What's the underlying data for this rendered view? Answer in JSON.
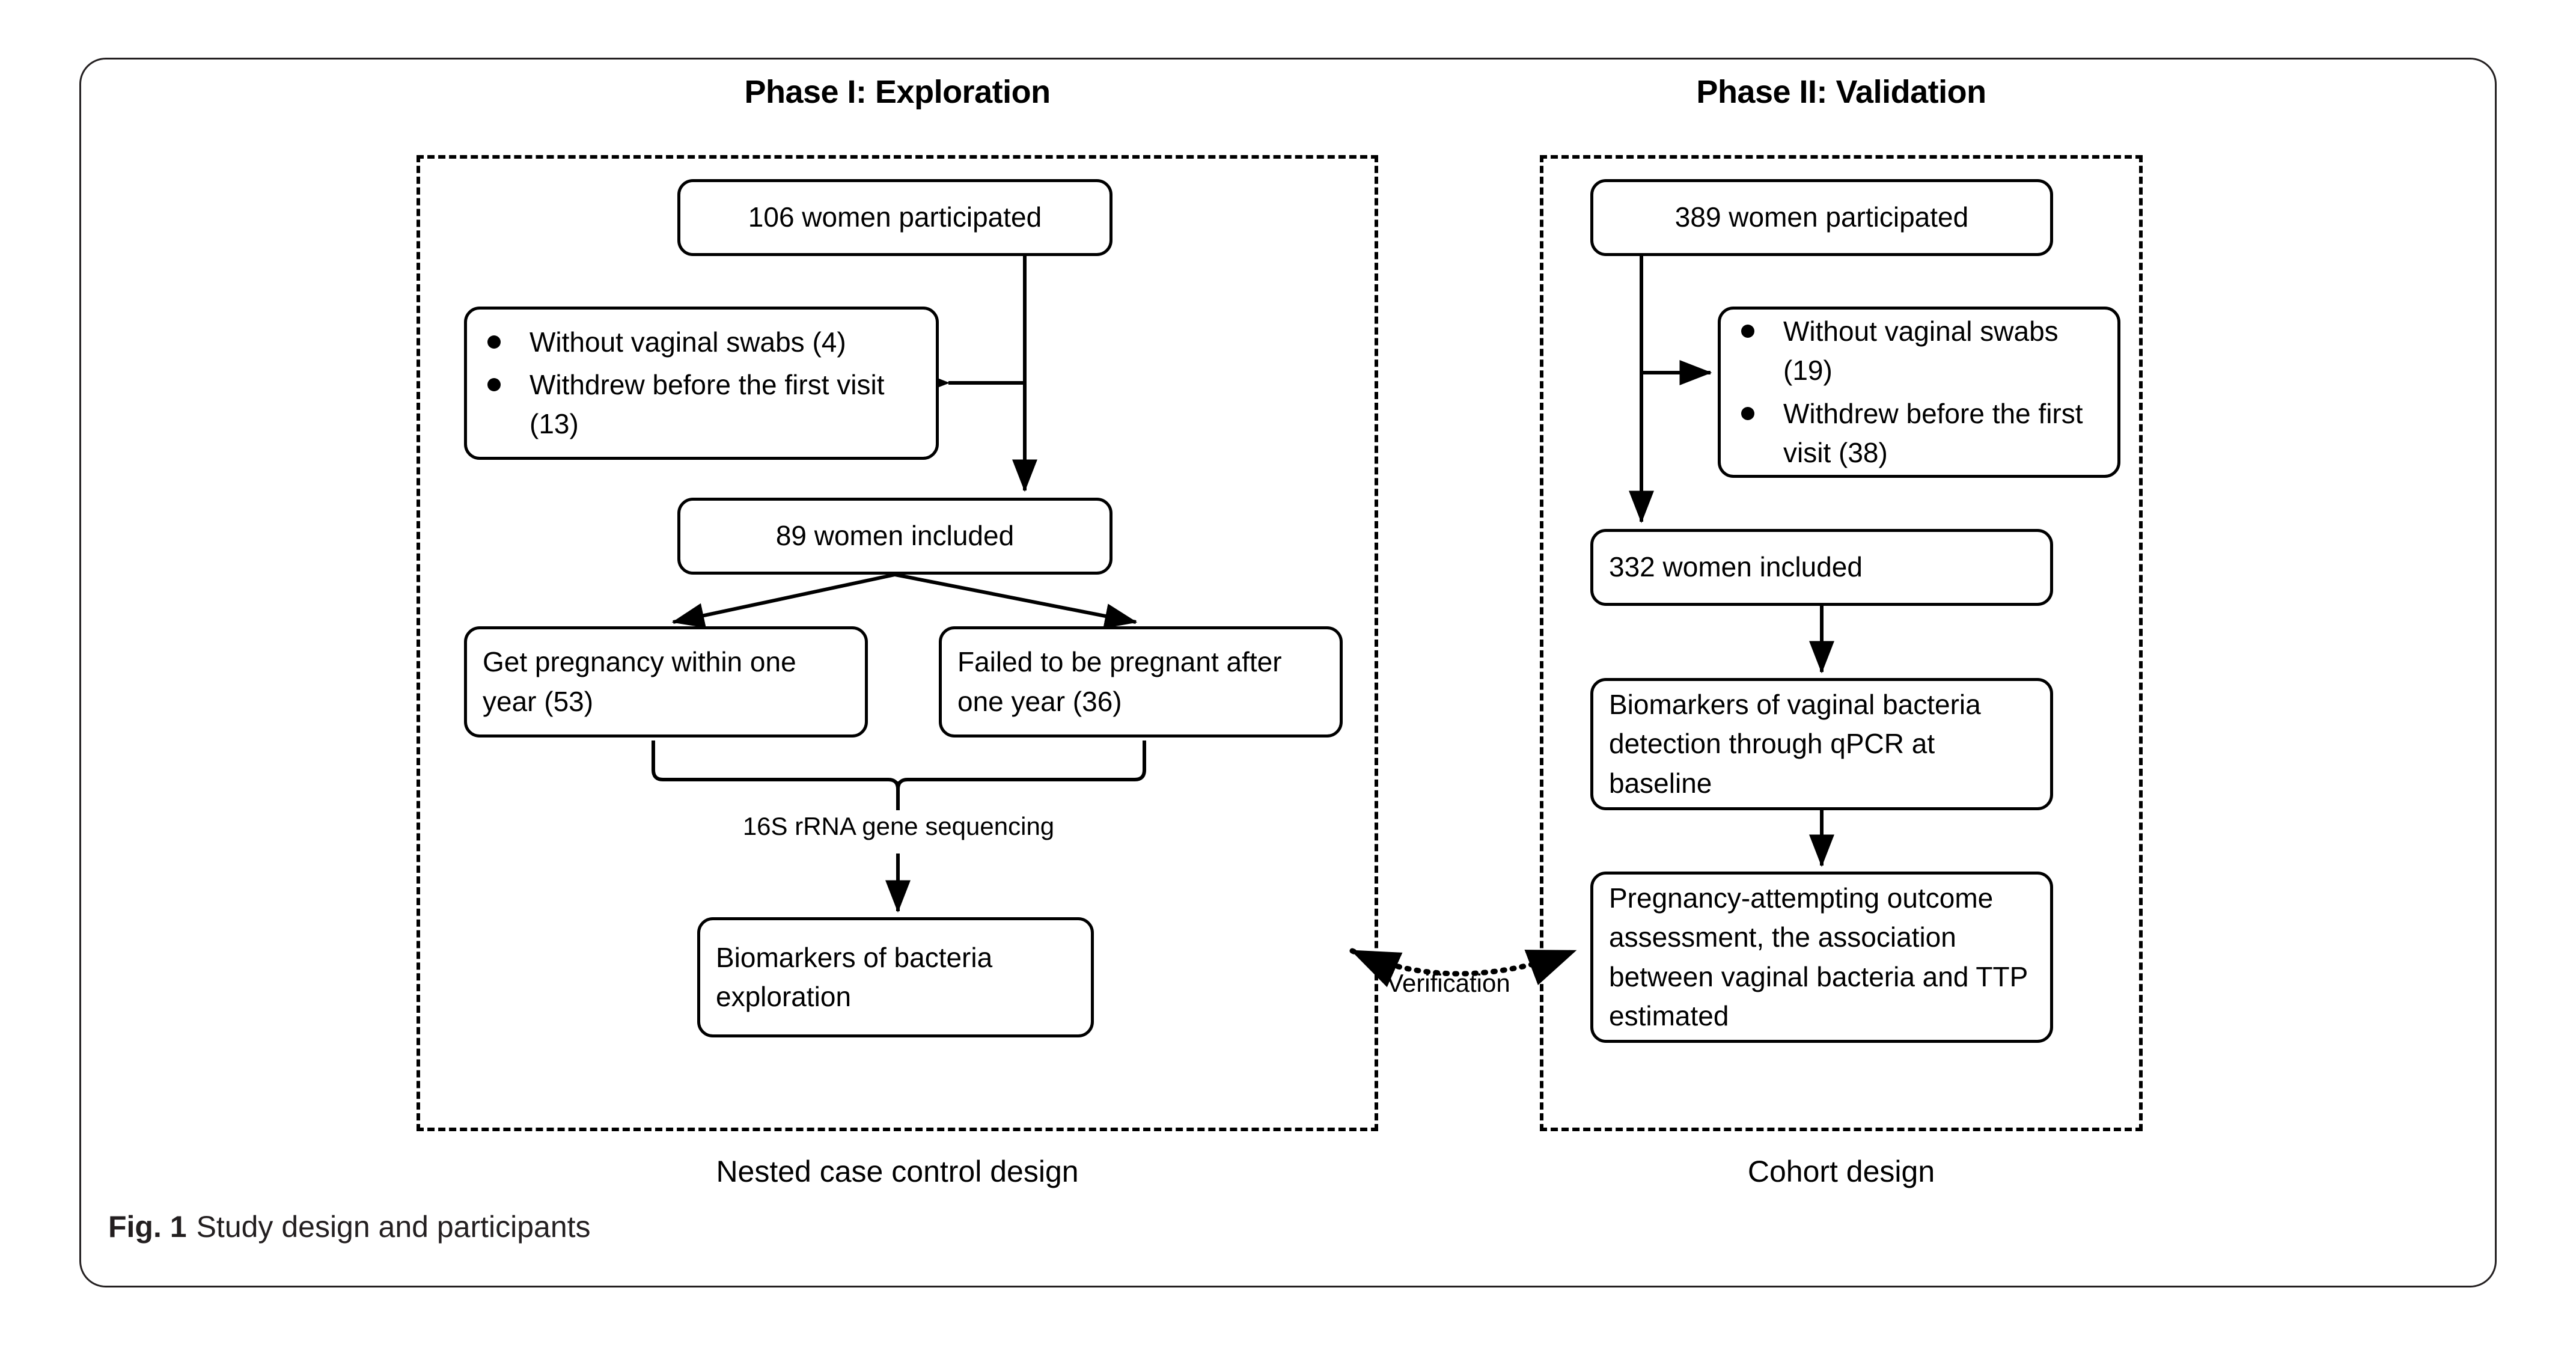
{
  "figure": {
    "caption_number": "Fig. 1",
    "caption_text": "Study design and participants"
  },
  "phases": {
    "left": {
      "title": "Phase I: Exploration",
      "design_label": "Nested case control design",
      "nodes": {
        "participated": "106 women participated",
        "included": "89 women included",
        "pregnant": "Get pregnancy within one year (53)",
        "failed": "Failed to be pregnant after one year (36)",
        "biomarkers": "Biomarkers of bacteria exploration"
      },
      "exclusions": [
        "Without vaginal swabs (4)",
        "Withdrew before the first visit (13)"
      ],
      "edge_label": "16S rRNA gene sequencing"
    },
    "right": {
      "title": "Phase II: Validation",
      "design_label": "Cohort design",
      "nodes": {
        "participated": "389 women participated",
        "included": "332 women included",
        "qpcr": "Biomarkers of vaginal bacteria detection through qPCR at baseline",
        "outcome": "Pregnancy-attempting outcome assessment, the association between vaginal bacteria and TTP estimated"
      },
      "exclusions": [
        "Without vaginal swabs (19)",
        "Withdrew before the first visit (38)"
      ]
    }
  },
  "cross_link": {
    "label": "Verification"
  },
  "colors": {
    "stroke": "#000000",
    "frame": "#231f20",
    "background": "#ffffff"
  }
}
